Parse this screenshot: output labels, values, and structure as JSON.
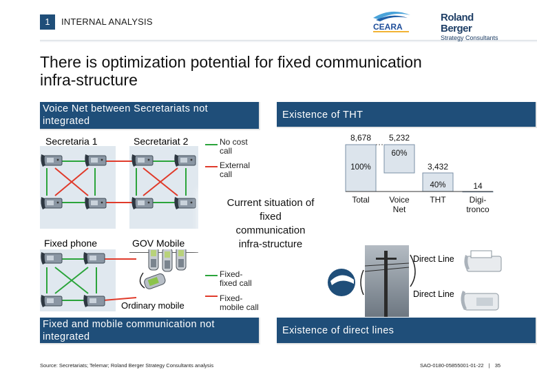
{
  "header": {
    "section_number": "1",
    "section_title": "INTERNAL ANALYSIS",
    "logo_ceara_text": "CEARA",
    "logo_rb_line1": "Roland Berger",
    "logo_rb_line2": "Strategy Consultants"
  },
  "headline": {
    "line1": "There is optimization potential for fixed communication",
    "line2": "infra-structure"
  },
  "voice_net": {
    "title_line1": "Voice Net between Secretariats not",
    "title_line2": "integrated",
    "group1": "Secretaria 1",
    "group2": "Secretariat 2",
    "legend_no_cost_line1": "No cost",
    "legend_no_cost_line2": "call",
    "legend_external_line1": "External",
    "legend_external_line2": "call"
  },
  "center": {
    "line1": "Current situation of",
    "line2": "fixed",
    "line3": "communication",
    "line4": "infra-structure"
  },
  "fixed_mobile": {
    "group1": "Fixed phone",
    "group2": "GOV Mobile",
    "ordinary_mobile": "Ordinary mobile",
    "legend_fixed_line1": "Fixed-",
    "legend_fixed_line2": "fixed call",
    "legend_mobile_line1": "Fixed-",
    "legend_mobile_line2": "mobile call",
    "title_line1": "Fixed and mobile communication not",
    "title_line2": "integrated"
  },
  "tht": {
    "title": "Existence of THT",
    "colors": {
      "bar_fill": "#dce4ec",
      "bar_stroke": "#7a8fa6"
    }
  },
  "chart_data": {
    "type": "bar",
    "title": "Existence of THT",
    "categories": [
      "Total",
      "Voice Net",
      "THT",
      "Digi-tronco"
    ],
    "category_lines": [
      [
        "Total"
      ],
      [
        "Voice",
        "Net"
      ],
      [
        "THT"
      ],
      [
        "Digi-",
        "tronco"
      ]
    ],
    "values": [
      8678,
      5232,
      3432,
      14
    ],
    "value_labels": [
      "8,678",
      "5,232",
      "3,432",
      "14"
    ],
    "inner_labels": [
      "100%",
      "60%",
      "40%",
      ""
    ]
  },
  "direct_lines": {
    "title": "Existence of direct lines",
    "line1_label": "Direct Line",
    "line2_label": "Direct Line"
  },
  "footer": {
    "source": "Source: Secretariats; Telemar; Roland Berger Strategy Consultants analysis",
    "code": "SAO-0180-05855001-01-22",
    "sep": "|",
    "page": "35"
  }
}
